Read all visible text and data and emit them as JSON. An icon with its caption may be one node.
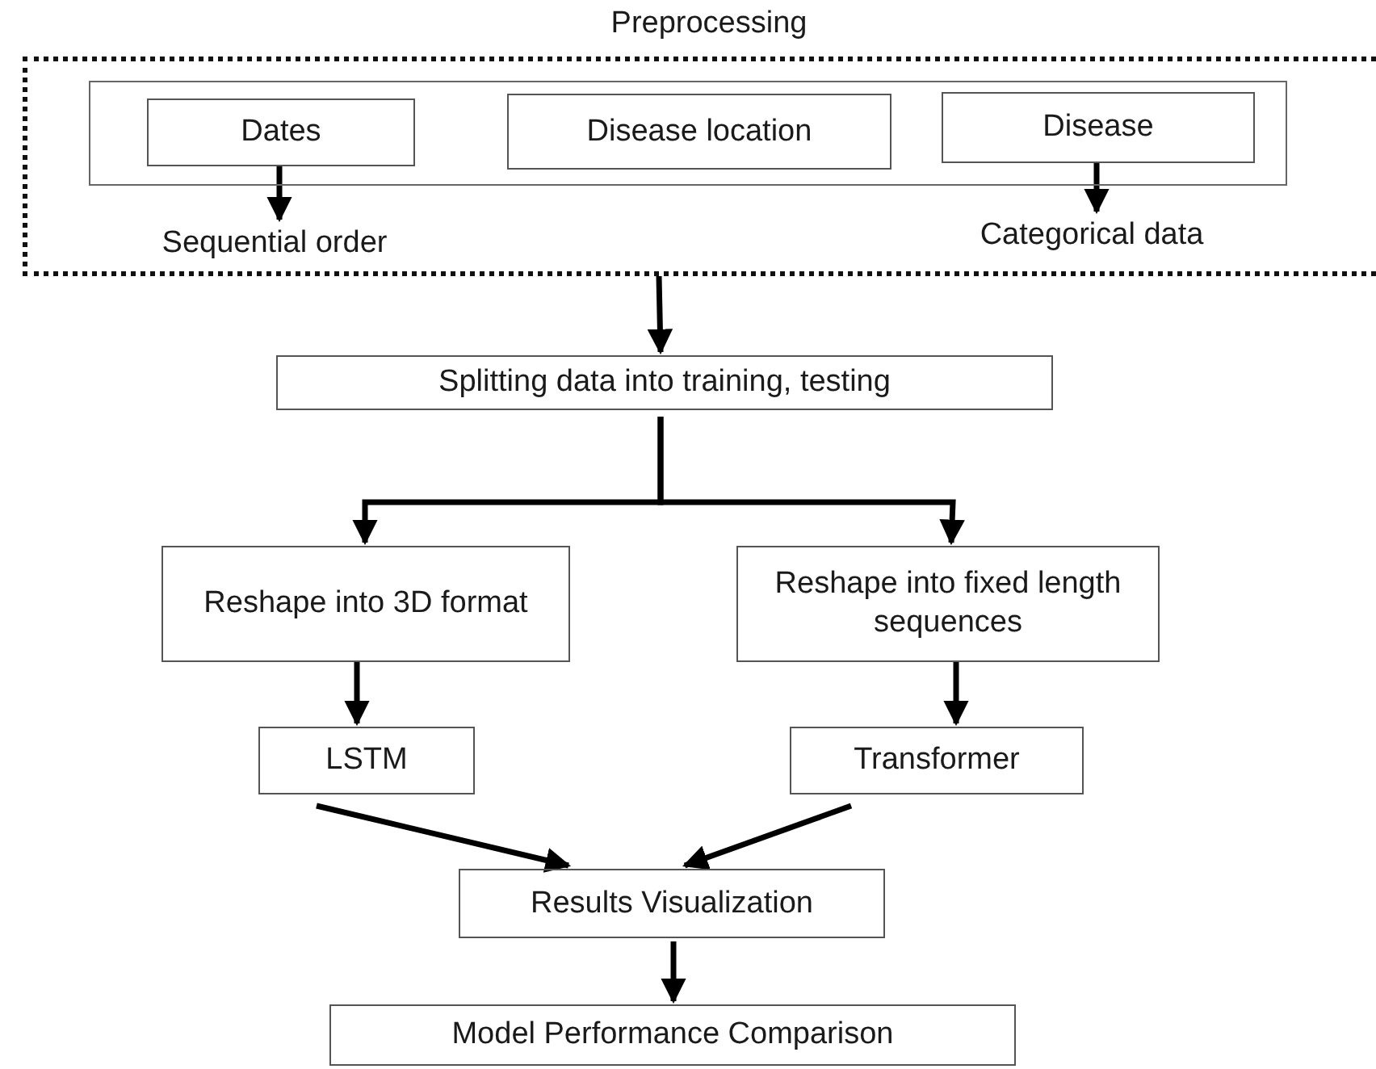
{
  "diagram": {
    "nodes": [
      {
        "text": [
          "Preprocessing"
        ]
      },
      {
        "text": [],
        "shape": "box",
        "in": 0
      },
      {
        "text": [
          "Dates"
        ],
        "in": 1
      },
      {
        "text": [
          "Disease location"
        ],
        "in": 1
      },
      {
        "text": [
          "Disease"
        ],
        "in": 1
      },
      {
        "text": [
          "Sequential order"
        ],
        "in": 0
      },
      {
        "text": [
          "Categorical data"
        ],
        "in": 0
      },
      {
        "text": [
          "Splitting data into training, testing"
        ]
      },
      {
        "text": [
          "Reshape into 3D format"
        ]
      },
      {
        "text": [
          "Reshape into fixed length sequences"
        ]
      },
      {
        "text": [
          "LSTM"
        ]
      },
      {
        "text": [
          "Transformer"
        ]
      },
      {
        "text": [
          "Results Visualization"
        ]
      },
      {
        "text": [
          "Model Performance Comparison"
        ]
      }
    ],
    "edges": [
      {
        "from": 2,
        "to": 5,
        "arrow": "to"
      },
      {
        "from": 4,
        "to": 6,
        "arrow": "to"
      },
      {
        "from": 0,
        "to": 7,
        "arrow": "to"
      },
      {
        "from": 7,
        "to": 8,
        "arrow": "to"
      },
      {
        "from": 7,
        "to": 9,
        "arrow": "to"
      },
      {
        "from": 8,
        "to": 10,
        "arrow": "to"
      },
      {
        "from": 9,
        "to": 11,
        "arrow": "to"
      },
      {
        "from": 10,
        "to": 12,
        "arrow": "to"
      },
      {
        "from": 11,
        "to": 12,
        "arrow": "to"
      },
      {
        "from": 12,
        "to": 13,
        "arrow": "to"
      }
    ]
  }
}
